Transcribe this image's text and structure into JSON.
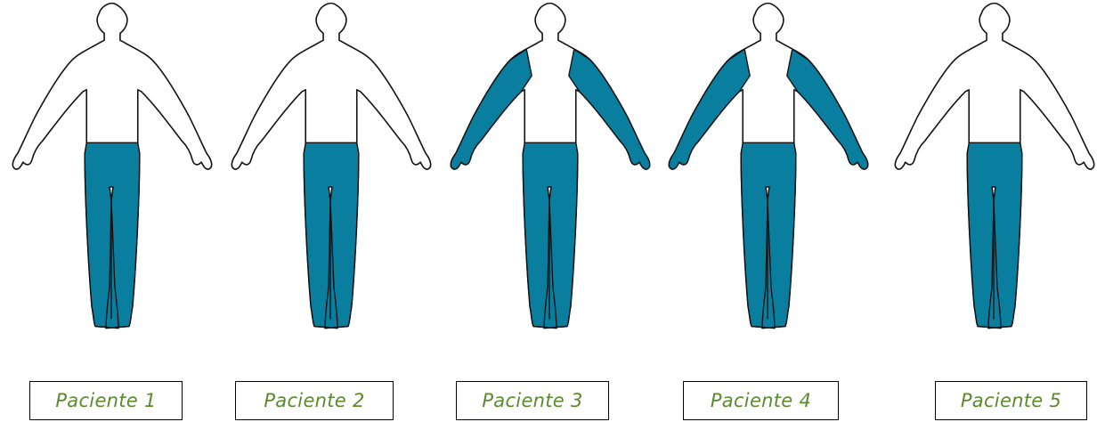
{
  "colors": {
    "affected": "#0a7e9f",
    "label_text": "#5b8a2e"
  },
  "patients": [
    {
      "label": "Paciente 1",
      "legs": true,
      "arms": false
    },
    {
      "label": "Paciente 2",
      "legs": true,
      "arms": false
    },
    {
      "label": "Paciente 3",
      "legs": true,
      "arms": true
    },
    {
      "label": "Paciente 4",
      "legs": true,
      "arms": true
    },
    {
      "label": "Paciente 5",
      "legs": true,
      "arms": false
    }
  ]
}
